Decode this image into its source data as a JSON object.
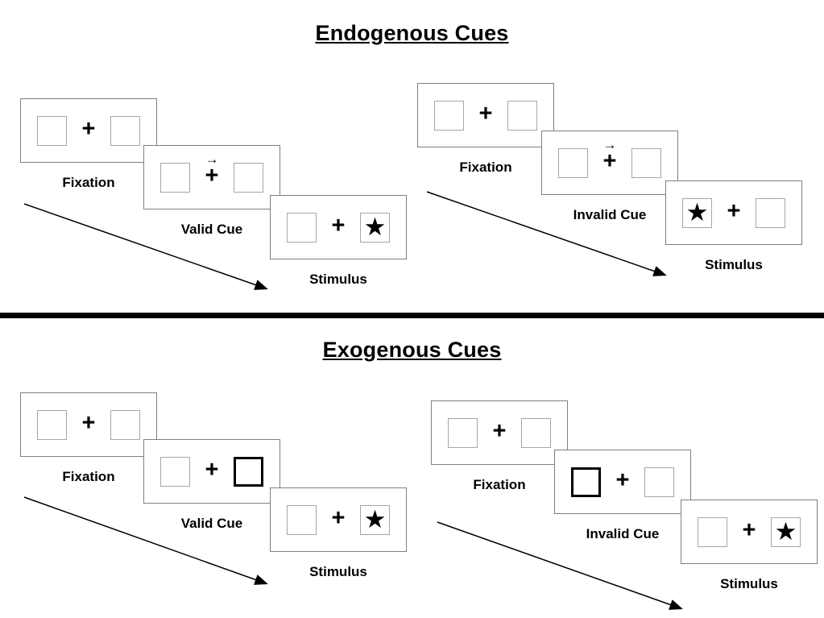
{
  "page": {
    "background": "#ffffff",
    "divider_color": "#000000"
  },
  "glyphs": {
    "plus": "+",
    "star": "★",
    "cue_arrow": "→"
  },
  "sections": [
    {
      "title": "Endogenous Cues",
      "sequences": [
        {
          "type": "valid",
          "panels": [
            {
              "label": "Fixation",
              "left_box": "empty",
              "right_box": "empty",
              "center": "plus"
            },
            {
              "label": "Valid Cue",
              "left_box": "empty",
              "right_box": "empty",
              "center": "plus-with-right-arrow"
            },
            {
              "label": "Stimulus",
              "left_box": "empty",
              "right_box": "star",
              "center": "plus"
            }
          ]
        },
        {
          "type": "invalid",
          "panels": [
            {
              "label": "Fixation",
              "left_box": "empty",
              "right_box": "empty",
              "center": "plus"
            },
            {
              "label": "Invalid Cue",
              "left_box": "empty",
              "right_box": "empty",
              "center": "plus-with-right-arrow"
            },
            {
              "label": "Stimulus",
              "left_box": "star",
              "right_box": "empty",
              "center": "plus"
            }
          ]
        }
      ]
    },
    {
      "title": "Exogenous Cues",
      "sequences": [
        {
          "type": "valid",
          "panels": [
            {
              "label": "Fixation",
              "left_box": "empty",
              "right_box": "empty",
              "center": "plus"
            },
            {
              "label": "Valid Cue",
              "left_box": "empty",
              "right_box": "highlighted",
              "center": "plus"
            },
            {
              "label": "Stimulus",
              "left_box": "empty",
              "right_box": "star",
              "center": "plus"
            }
          ]
        },
        {
          "type": "invalid",
          "panels": [
            {
              "label": "Fixation",
              "left_box": "empty",
              "right_box": "empty",
              "center": "plus"
            },
            {
              "label": "Invalid Cue",
              "left_box": "highlighted",
              "right_box": "empty",
              "center": "plus"
            },
            {
              "label": "Stimulus",
              "left_box": "empty",
              "right_box": "star",
              "center": "plus"
            }
          ]
        }
      ]
    }
  ]
}
